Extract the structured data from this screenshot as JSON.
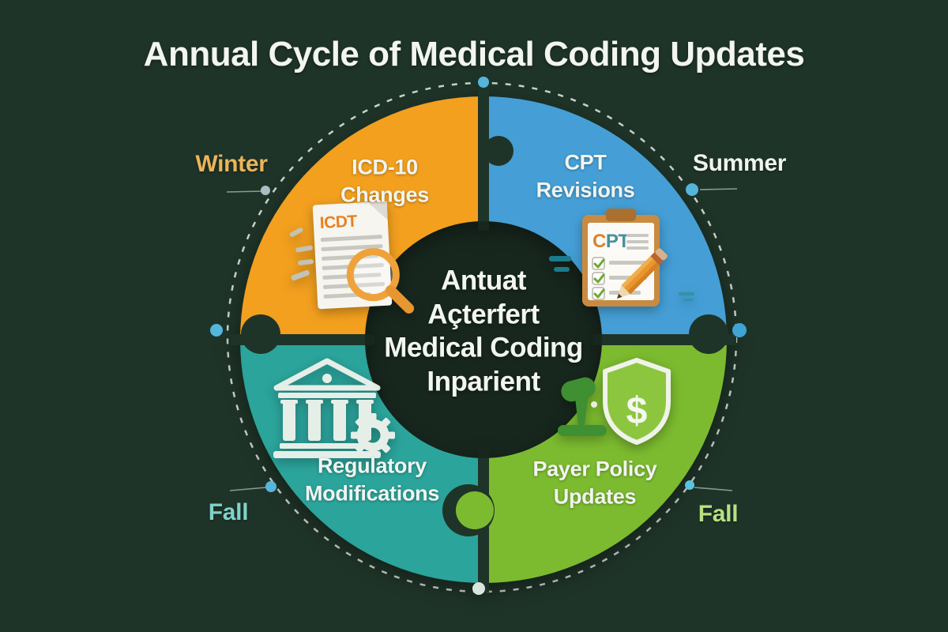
{
  "title": "Annual Cycle of Medical Coding Updates",
  "seasons": {
    "winter": "Winter",
    "summer": "Summer",
    "fall_left": "Fall",
    "fall_right": "Fall"
  },
  "quadrants": [
    {
      "label_line1": "ICD-10",
      "label_line2": "Changes",
      "season": "Winter",
      "color": "#F3A01F",
      "icon": "document-magnifier-icon"
    },
    {
      "label_line1": "CPT",
      "label_line2": "Revisions",
      "season": "Summer",
      "color": "#459FD6",
      "icon": "clipboard-pencil-icon"
    },
    {
      "label_line1": "Regulatory",
      "label_line2": "Modifications",
      "season": "Fall",
      "color": "#2BA49B",
      "icon": "bank-gear-icon"
    },
    {
      "label_line1": "Payer Policy",
      "label_line2": "Updates",
      "season": "Fall",
      "color": "#7CBB2F",
      "icon": "shield-dollar-icon"
    }
  ],
  "center_text": {
    "line1": "Antuat",
    "line2": "Açterfert",
    "line3": "Medical Coding",
    "line4": "Inparient"
  },
  "icons": {
    "icd_document_label": "ICDT",
    "cpt_label_c": "C",
    "cpt_label_pt": "PT",
    "shield_dollar": "$"
  },
  "colors": {
    "bg": "#1F3428",
    "text-light": "#F2F5F0",
    "season-winter": "#EAB45B",
    "season-summer": "#F0F4EF",
    "season-fall-left": "#7FD2CA",
    "season-fall-right": "#B6E181",
    "dot-blue": "#55B5DA",
    "dot-light": "#D9E6E0",
    "dashed-circle": "#E8EFE8"
  }
}
